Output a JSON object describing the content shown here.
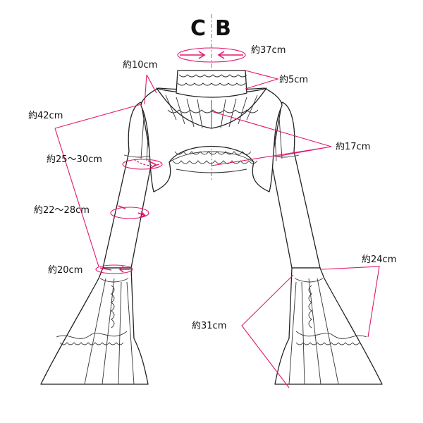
{
  "center_mark": {
    "left": "C",
    "right": "B"
  },
  "measurements": {
    "neck_circ": "約37cm",
    "collar_height": "約5cm",
    "shoulder": "約10cm",
    "sleeve_length": "約42cm",
    "upper_arm": "約25～30cm",
    "forearm": "約22～28cm",
    "wrist": "約20cm",
    "back_width": "約17cm",
    "cuff_width": "約24cm",
    "cuff_length": "約31cm"
  },
  "colors": {
    "accent": "#e2186e",
    "line": "#222222"
  }
}
